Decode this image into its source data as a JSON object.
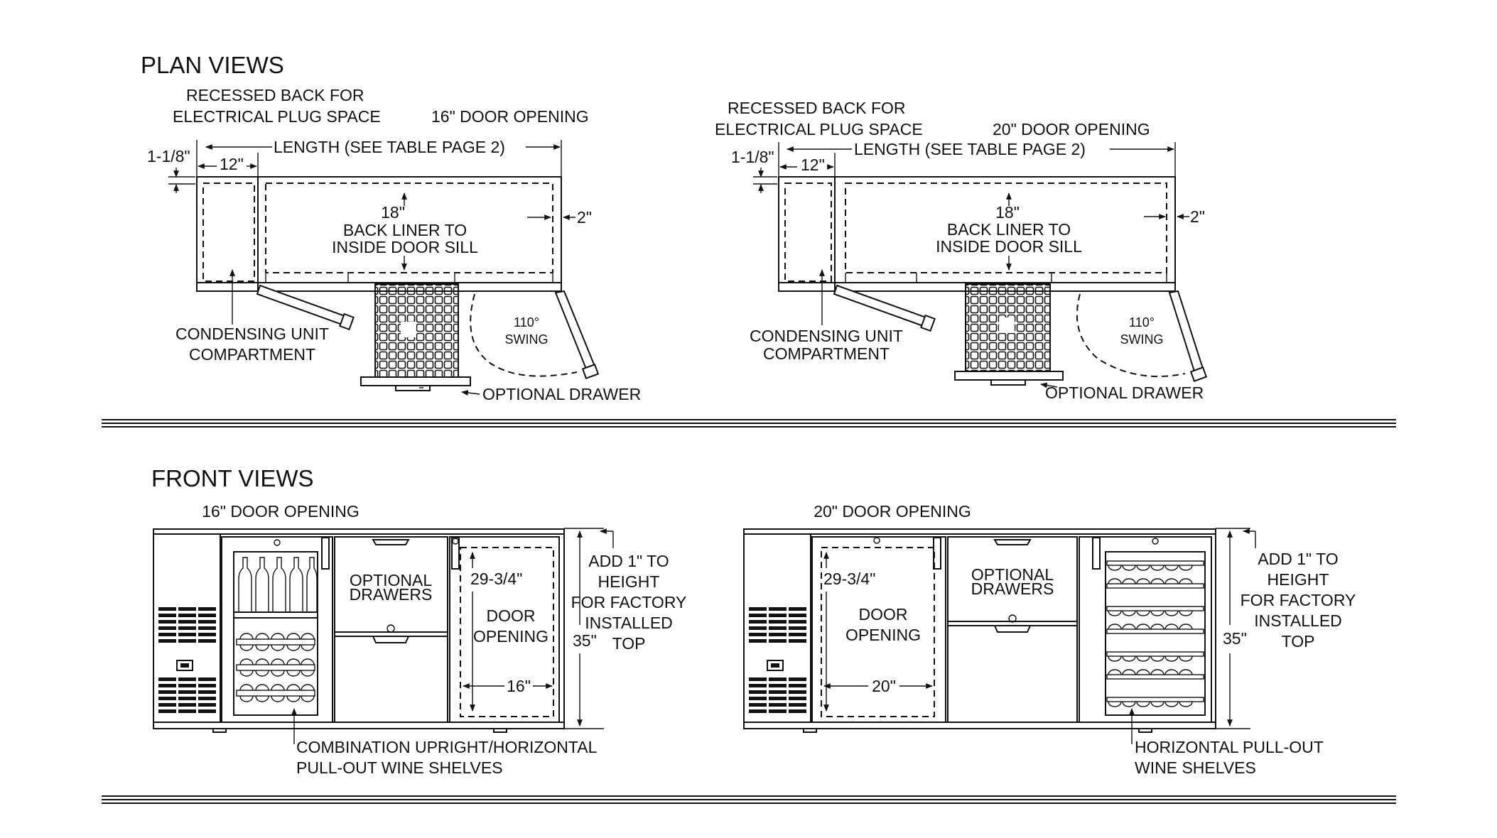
{
  "plan": {
    "header": "PLAN VIEWS",
    "left": {
      "recessed_line1": "RECESSED BACK FOR",
      "recessed_line2": "ELECTRICAL PLUG SPACE",
      "door_opening": "16\" DOOR OPENING",
      "dim_1_1_8": "1-1/8\"",
      "dim_12": "12\"",
      "length": "LENGTH (SEE TABLE PAGE 2)",
      "dim_18": "18\"",
      "back_liner_1": "BACK LINER TO",
      "back_liner_2": "INSIDE DOOR SILL",
      "dim_2": "2\"",
      "condensing_1": "CONDENSING UNIT",
      "condensing_2": "COMPARTMENT",
      "swing_1": "110°",
      "swing_2": "SWING",
      "optional_drawer": "OPTIONAL DRAWER"
    },
    "right": {
      "recessed_line1": "RECESSED BACK FOR",
      "recessed_line2": "ELECTRICAL PLUG SPACE",
      "door_opening": "20\" DOOR OPENING",
      "dim_1_1_8": "1-1/8\"",
      "dim_12": "12\"",
      "length": "LENGTH (SEE TABLE PAGE 2)",
      "dim_18": "18\"",
      "back_liner_1": "BACK LINER TO",
      "back_liner_2": "INSIDE DOOR SILL",
      "dim_2": "2\"",
      "condensing_1": "CONDENSING UNIT",
      "condensing_2": "COMPARTMENT",
      "swing_1": "110°",
      "swing_2": "SWING",
      "optional_drawer": "OPTIONAL DRAWER"
    }
  },
  "front": {
    "header": "FRONT VIEWS",
    "left": {
      "door_opening": "16\" DOOR OPENING",
      "optional_drawers_1": "OPTIONAL",
      "optional_drawers_2": "DRAWERS",
      "dim_29": "29-3/4\"",
      "door_label_1": "DOOR",
      "door_label_2": "OPENING",
      "dim_width": "16\"",
      "dim_35": "35\"",
      "add_1": "ADD 1\" TO",
      "add_2": "HEIGHT",
      "add_3": "FOR FACTORY",
      "add_4": "INSTALLED",
      "add_5": "TOP",
      "shelves_1": "COMBINATION UPRIGHT/HORIZONTAL",
      "shelves_2": "PULL-OUT WINE SHELVES"
    },
    "right": {
      "door_opening": "20\" DOOR OPENING",
      "optional_drawers_1": "OPTIONAL",
      "optional_drawers_2": "DRAWERS",
      "dim_29": "29-3/4\"",
      "door_label_1": "DOOR",
      "door_label_2": "OPENING",
      "dim_width": "20\"",
      "dim_35": "35\"",
      "add_1": "ADD 1\" TO",
      "add_2": "HEIGHT",
      "add_3": "FOR FACTORY",
      "add_4": "INSTALLED",
      "add_5": "TOP",
      "shelves_1": "HORIZONTAL PULL-OUT",
      "shelves_2": "WINE SHELVES"
    }
  }
}
